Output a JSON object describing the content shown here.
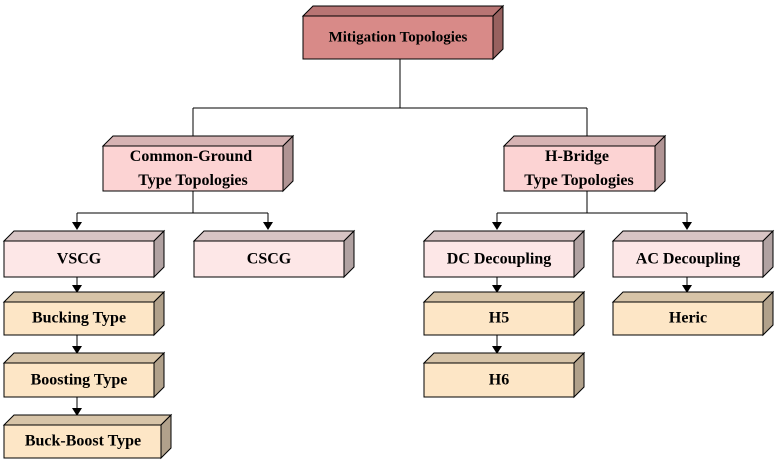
{
  "colors": {
    "root": "#d88a88",
    "category": "#fcd3d3",
    "subcategory": "#fde7e7",
    "leaf": "#fde6c6"
  },
  "nodes": {
    "root": "Mitigation Topologies",
    "common_ground": [
      "Common-Ground",
      "Type Topologies"
    ],
    "h_bridge": [
      "H-Bridge",
      "Type Topologies"
    ],
    "vscg": "VSCG",
    "cscg": "CSCG",
    "dc_decoupling": "DC Decoupling",
    "ac_decoupling": "AC Decoupling",
    "bucking": "Bucking Type",
    "boosting": "Boosting Type",
    "buck_boost": "Buck-Boost Type",
    "h5": "H5",
    "h6": "H6",
    "heric": "Heric"
  }
}
